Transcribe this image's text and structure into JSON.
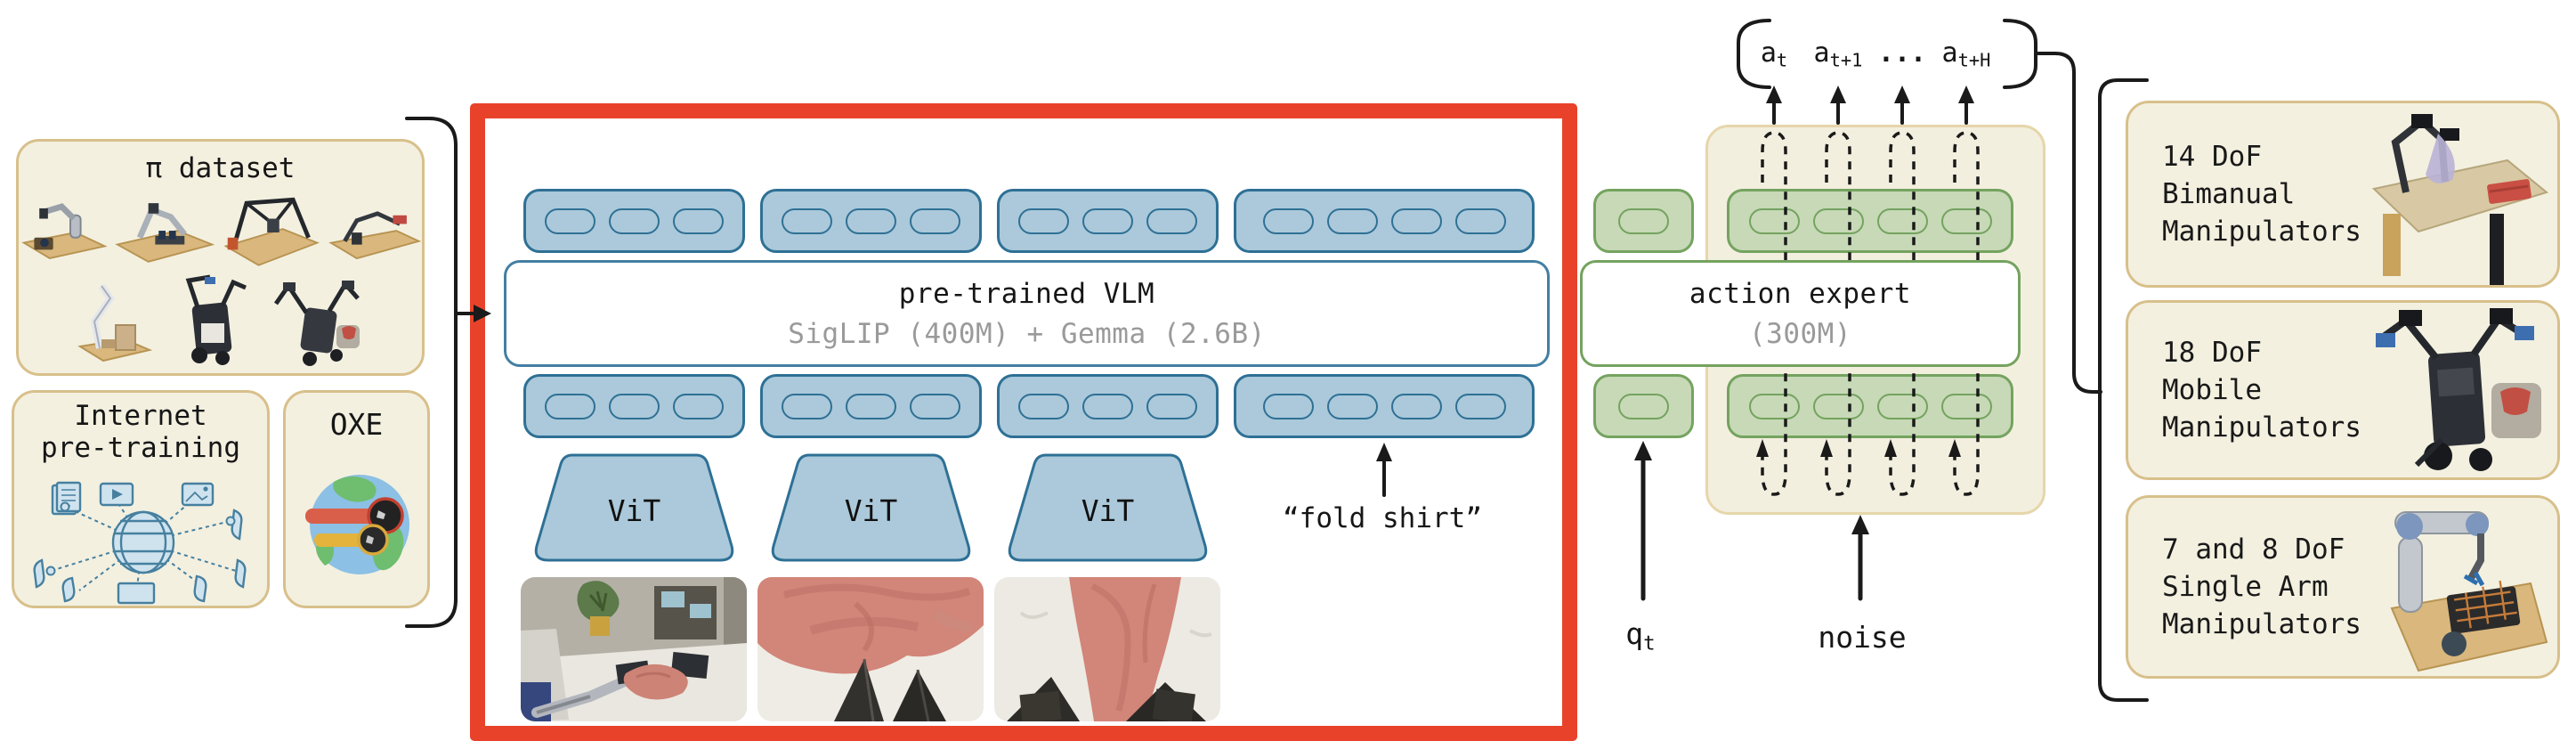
{
  "colors": {
    "red_accent": "#e8432a",
    "blue_fill": "#abc9da",
    "blue_stroke": "#2e7095",
    "green_fill": "#c7d9b7",
    "green_stroke": "#74a35f",
    "cream_fill": "#f3f0e0",
    "cream_border": "#d8c08b",
    "gray_text": "#9a9a9a"
  },
  "left_panel": {
    "pi_box": {
      "title": "π dataset"
    },
    "internet_box": {
      "title_line1": "Internet",
      "title_line2": "pre-training"
    },
    "oxe_box": {
      "title": "OXE"
    }
  },
  "core": {
    "vlm_banner": {
      "title": "pre-trained VLM",
      "subtitle": "SigLIP (400M) + Gemma (2.6B)"
    },
    "vit_label": "ViT",
    "prompt": "“fold shirt”"
  },
  "action_module": {
    "banner": {
      "title": "action expert",
      "subtitle": "(300M)"
    },
    "q_label": {
      "base": "q",
      "sub": "t"
    },
    "noise_label": "noise",
    "action_tokens": [
      {
        "base": "a",
        "sub": "t"
      },
      {
        "base": "a",
        "sub": "t+1"
      },
      {
        "base": "...",
        "sub": ""
      },
      {
        "base": "a",
        "sub": "t+H"
      }
    ]
  },
  "right_panel": {
    "boxes": [
      {
        "lines": [
          "14 DoF",
          "Bimanual",
          "Manipulators"
        ]
      },
      {
        "lines": [
          "18 DoF",
          "Mobile",
          "Manipulators"
        ]
      },
      {
        "lines": [
          "7 and 8 DoF",
          "Single Arm",
          "Manipulators"
        ]
      }
    ]
  }
}
